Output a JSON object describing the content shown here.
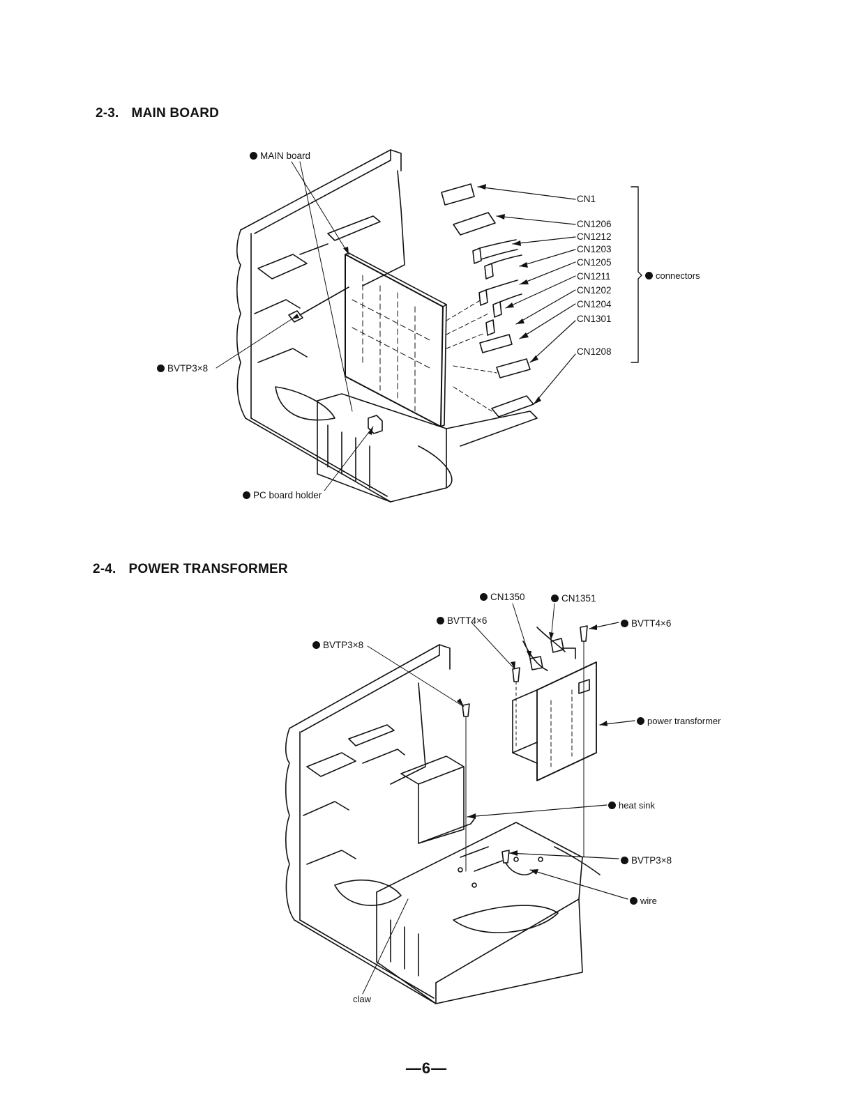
{
  "section_main_board": {
    "number": "2-3.",
    "title": "MAIN BOARD",
    "labels": {
      "main_board": "MAIN board",
      "screw": "BVTP3×8",
      "pc_board_holder": "PC board holder",
      "connectors": "connectors"
    },
    "connectors": [
      "CN1",
      "CN1206",
      "CN1212",
      "CN1203",
      "CN1205",
      "CN1211",
      "CN1202",
      "CN1204",
      "CN1301",
      "CN1208"
    ]
  },
  "section_power_transformer": {
    "number": "2-4.",
    "title": "POWER TRANSFORMER",
    "labels": {
      "cn1350": "CN1350",
      "cn1351": "CN1351",
      "screw_bvtt_left": "BVTT4×6",
      "screw_bvtt_right": "BVTT4×6",
      "screw_bvtp_top": "BVTP3×8",
      "power_transformer": "power transformer",
      "heat_sink": "heat sink",
      "screw_bvtp_right": "BVTP3×8",
      "wire": "wire",
      "claw": "claw"
    }
  },
  "page_number": "—6—"
}
